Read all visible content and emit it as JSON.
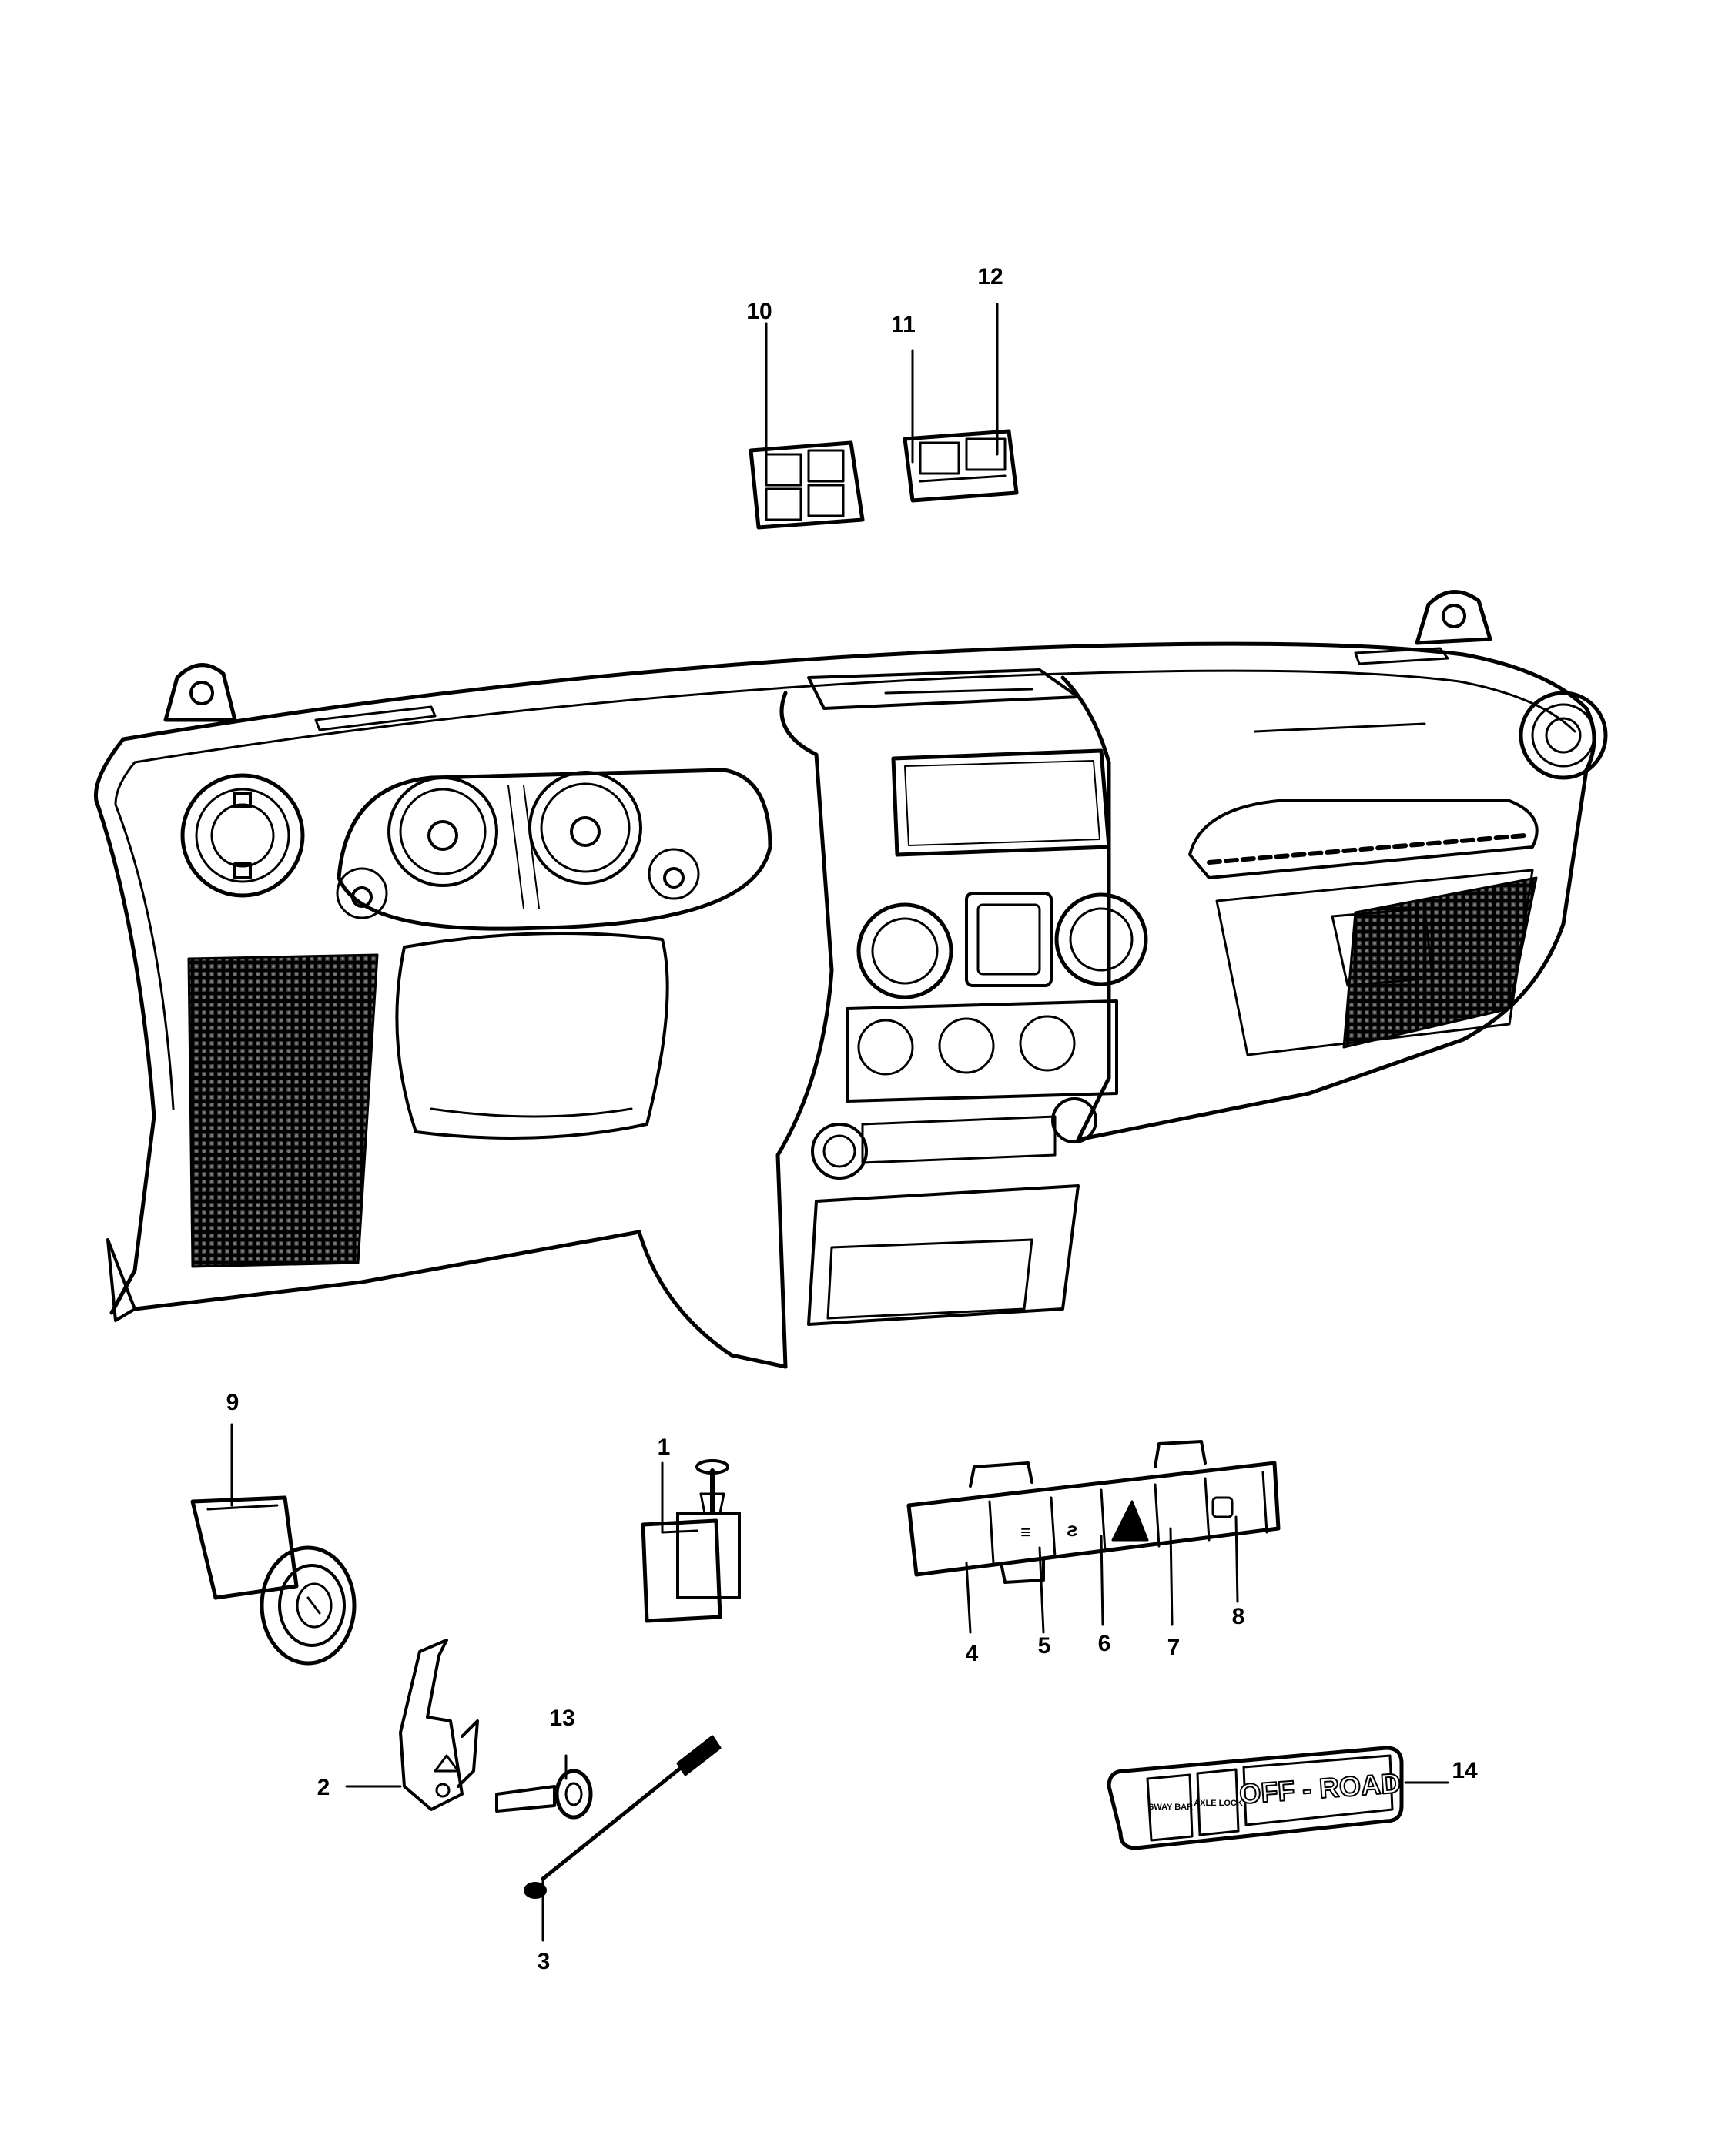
{
  "callouts": [
    "1",
    "2",
    "3",
    "4",
    "5",
    "6",
    "7",
    "8",
    "9",
    "10",
    "11",
    "12",
    "13",
    "14"
  ],
  "offroad_switch": {
    "display_text": "OFF - ROAD",
    "button_1": "SWAY BAR",
    "button_2": "AXLE LOCK"
  }
}
